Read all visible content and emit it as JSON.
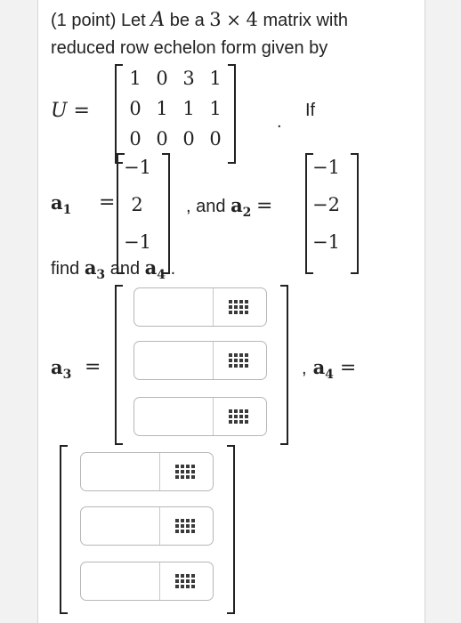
{
  "problem": {
    "points": "(1 point)",
    "let_word": "Let",
    "matrix_name": "A",
    "be_a": "be a",
    "rows": "3",
    "times": "×",
    "cols": "4",
    "matrix_with": "matrix with",
    "line2": "reduced row echelon form given by",
    "U_label": "U",
    "equals": "=",
    "period": ".",
    "if_word": "If",
    "U_matrix": [
      [
        "1",
        "0",
        "3",
        "1"
      ],
      [
        "0",
        "1",
        "1",
        "1"
      ],
      [
        "0",
        "0",
        "0",
        "0"
      ]
    ],
    "a1_sym": "a",
    "a1_sub": "1",
    "a1_vector": [
      "−1",
      "2",
      "−1"
    ],
    "comma": ",",
    "and_word": "and",
    "a2_sym": "a",
    "a2_sub": "2",
    "a2_vector": [
      "−1",
      "−2",
      "−1"
    ],
    "find_word": "find",
    "a3_sym": "a",
    "a3_sub": "3",
    "a4_sym": "a",
    "a4_sub": "4"
  },
  "answers": {
    "a3": [
      "",
      "",
      ""
    ],
    "a4": [
      "",
      "",
      ""
    ]
  },
  "icons": {
    "matrix_entry": "grid-icon"
  }
}
